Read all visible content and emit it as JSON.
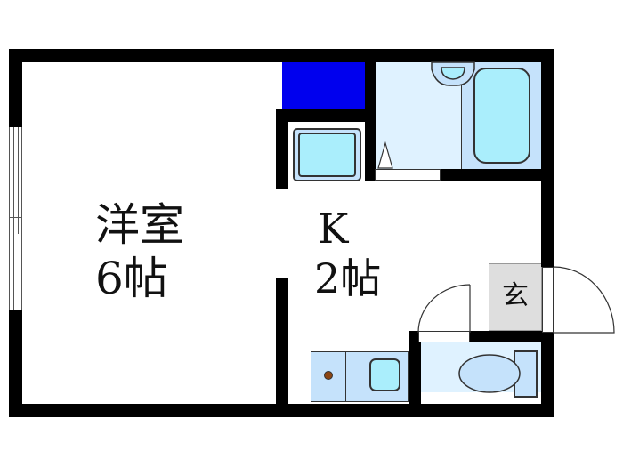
{
  "floorplan": {
    "rooms": [
      {
        "id": "western-room",
        "name": "洋室",
        "size": "6帖"
      },
      {
        "id": "kitchen",
        "name": "K",
        "size": "2帖"
      },
      {
        "id": "entrance",
        "name": "玄"
      }
    ],
    "fixtures": [
      "closet",
      "washing-machine-space",
      "bathroom-with-bathtub-and-sink",
      "kitchen-counter-with-stove-and-sink",
      "toilet",
      "window",
      "entry-door",
      "toilet-door"
    ]
  },
  "colors": {
    "wall": "#000000",
    "closet": "#0000ee",
    "bath_floor": "#dff2ff",
    "bath_fixture": "#c5e2fb",
    "fixture_water": "#aaeefc",
    "entrance": "#dedede",
    "stove_dot": "#8b4513"
  }
}
